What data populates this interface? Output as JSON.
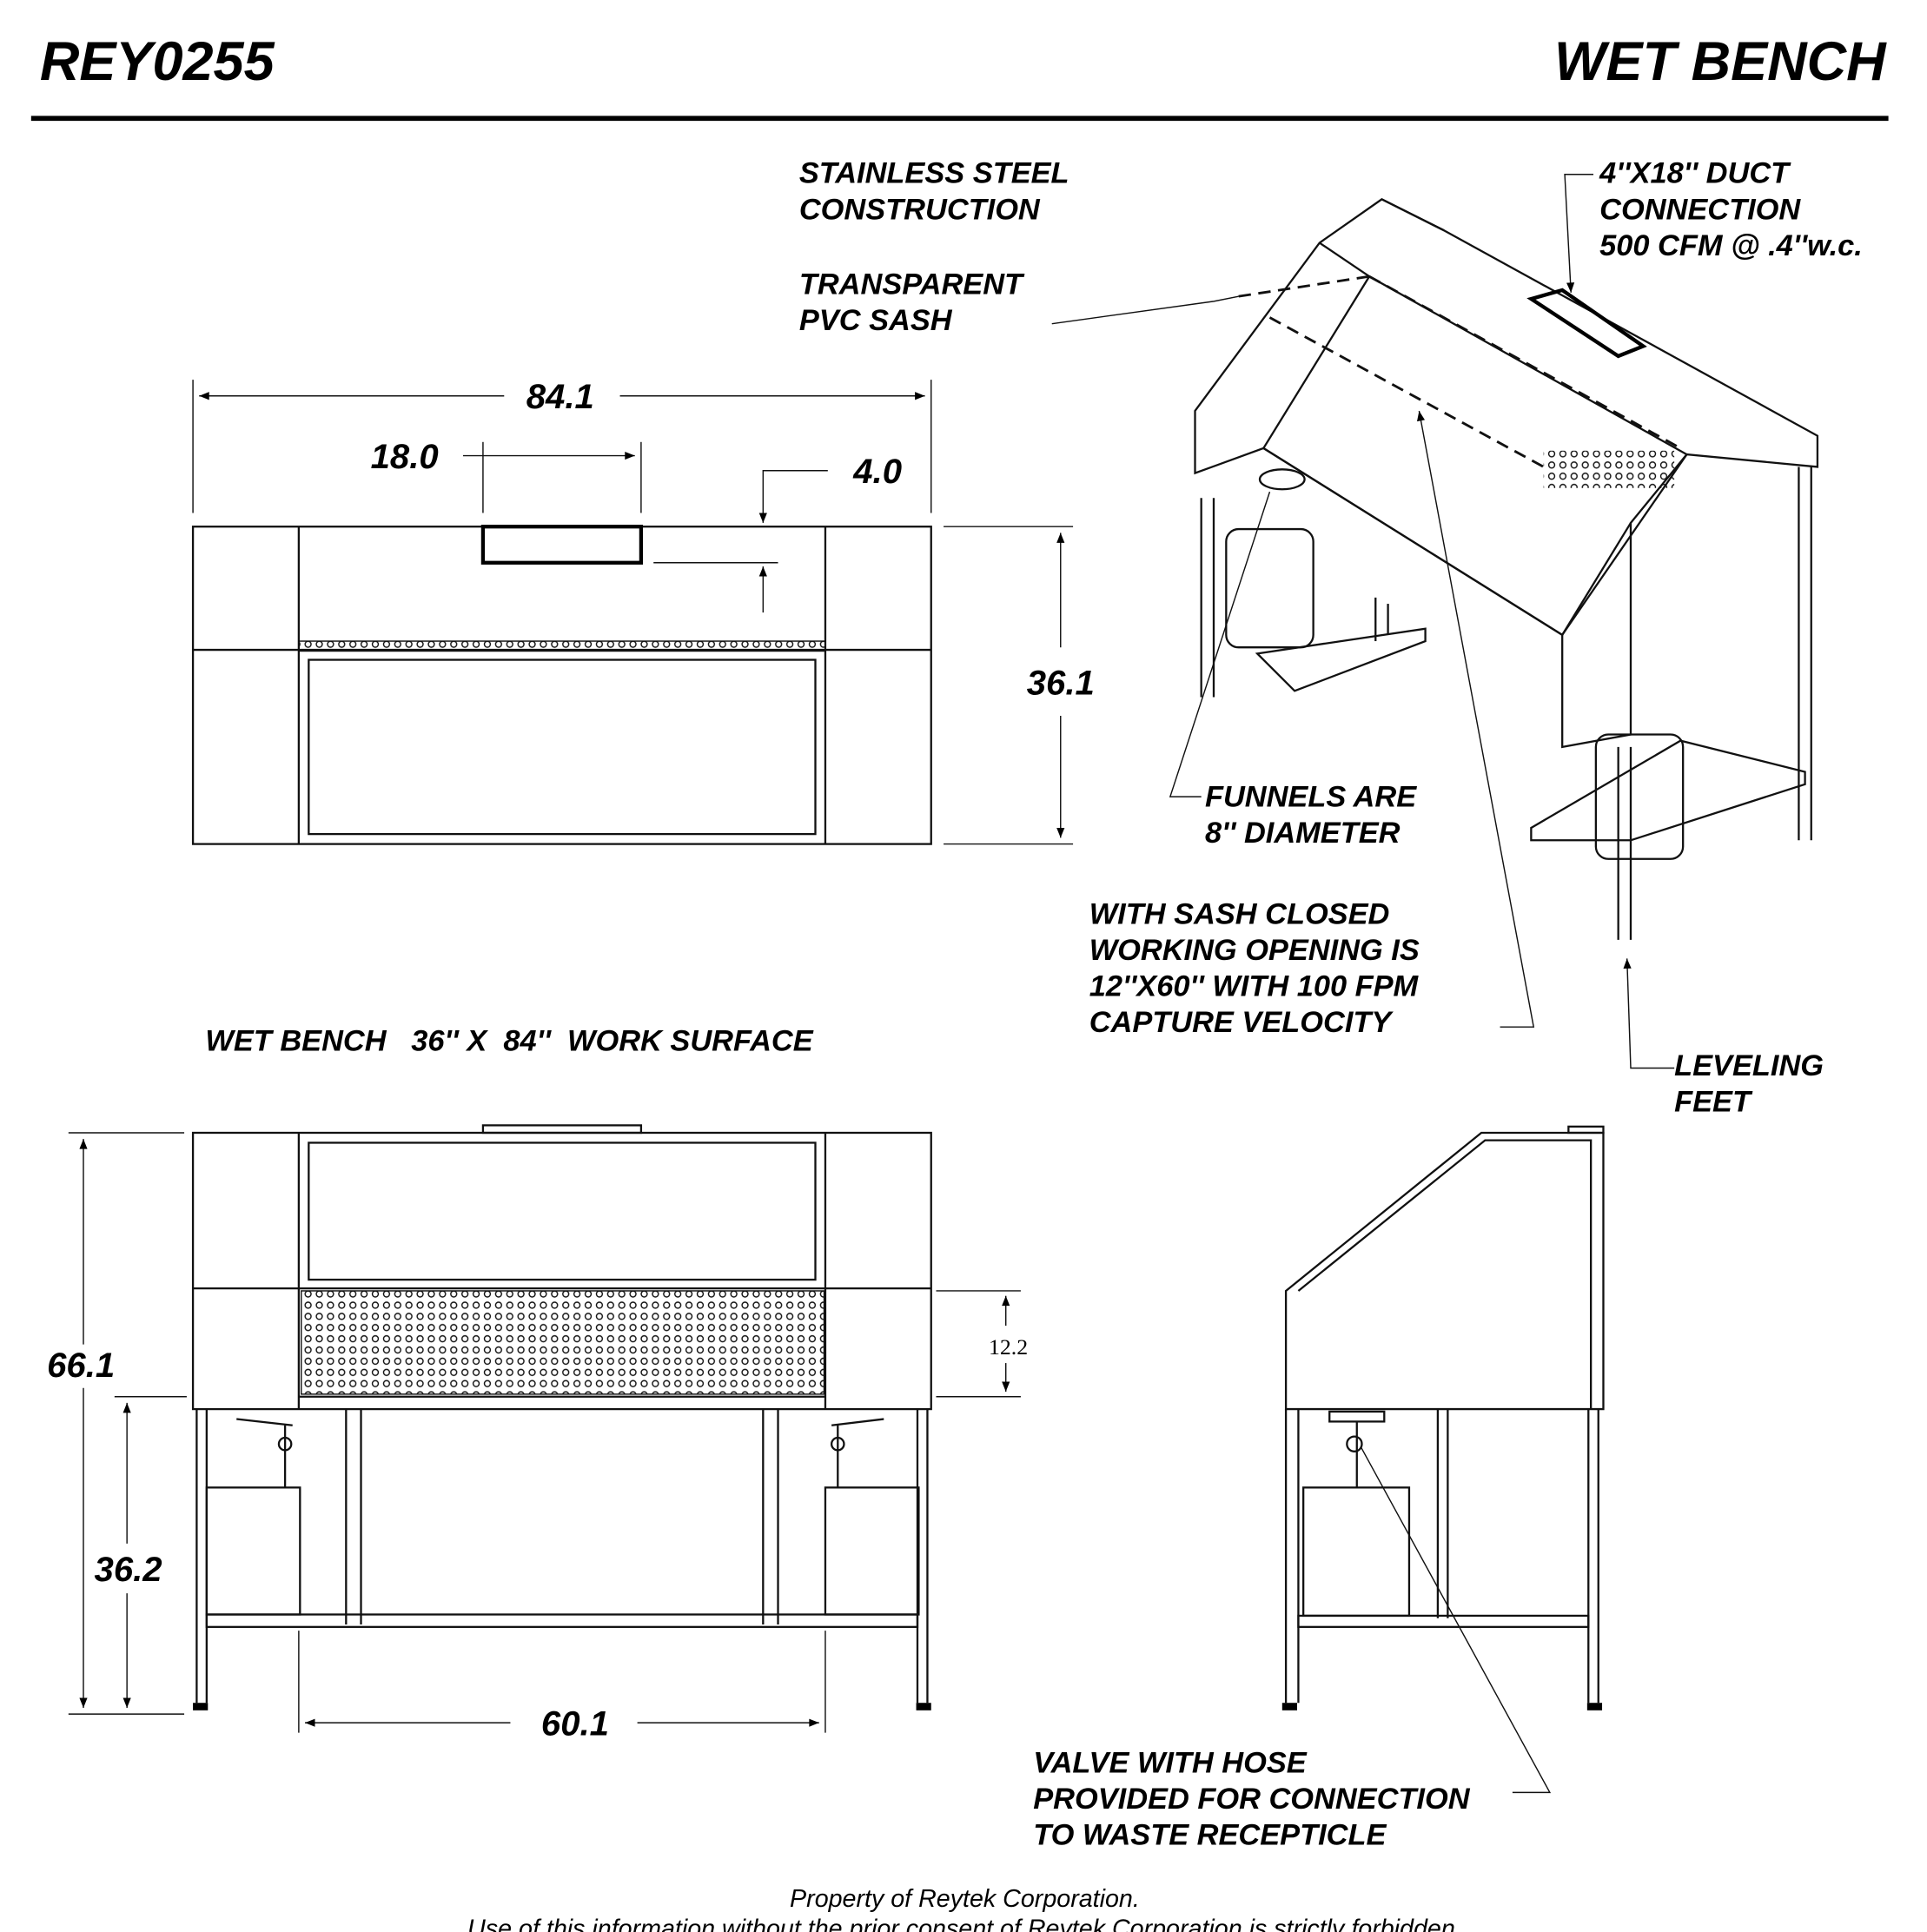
{
  "header": {
    "drawing_number": "REY0255",
    "title": "WET BENCH"
  },
  "callouts": {
    "stainless": [
      "STAINLESS STEEL",
      "CONSTRUCTION"
    ],
    "sash": [
      "TRANSPARENT",
      "PVC SASH"
    ],
    "duct": [
      "4''X18'' DUCT",
      "CONNECTION",
      "500 CFM @ .4''w.c."
    ],
    "funnels": [
      "FUNNELS ARE",
      "8'' DIAMETER"
    ],
    "opening": [
      "WITH SASH CLOSED",
      "WORKING OPENING IS",
      "12''X60'' WITH 100 FPM",
      "CAPTURE VELOCITY"
    ],
    "feet": [
      "LEVELING",
      "FEET"
    ],
    "valve": [
      "VALVE WITH HOSE",
      "PROVIDED FOR CONNECTION",
      "TO WASTE RECEPTICLE"
    ]
  },
  "dimensions": {
    "overall_width": "84.1",
    "duct_width": "18.0",
    "duct_depth": "4.0",
    "depth": "36.1",
    "height": "66.1",
    "work_height": "36.2",
    "opening_width": "60.1",
    "perforated_height": "12.2"
  },
  "caption": "WET BENCH   36'' X  84''  WORK SURFACE",
  "footer": [
    "Property of Reytek Corporation.",
    "Use of this information without the prior consent of Reytek Corporation is strictly forbidden."
  ]
}
